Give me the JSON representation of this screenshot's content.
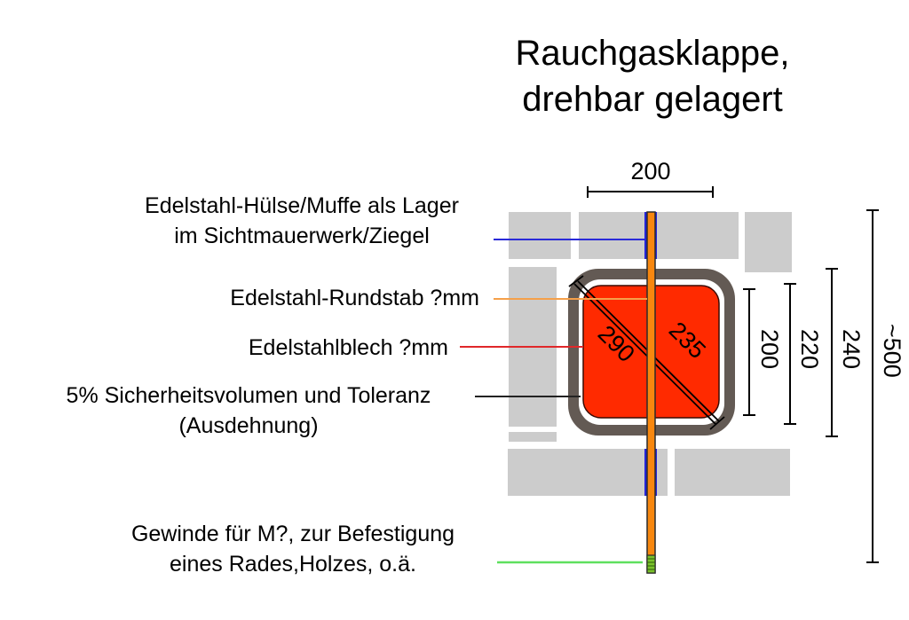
{
  "title": {
    "line1": "Rauchgasklappe,",
    "line2": "drehbar gelagert"
  },
  "labels": {
    "sleeve": {
      "line1": "Edelstahl-Hülse/Muffe als Lager",
      "line2": "im Sichtmauerwerk/Ziegel",
      "leader_color": "#2a2ad8"
    },
    "rod": {
      "text": "Edelstahl-Rundstab ?mm",
      "leader_color": "#f5a04a"
    },
    "plate": {
      "text": "Edelstahlblech ?mm",
      "leader_color": "#e0282a"
    },
    "tolerance": {
      "line1": "5% Sicherheitsvolumen und Toleranz",
      "line2": "(Ausdehnung)",
      "leader_color": "#222222"
    },
    "thread": {
      "line1": "Gewinde für M?, zur Befestigung",
      "line2": "eines Rades,Holzes, o.ä.",
      "leader_color": "#5ee05e"
    }
  },
  "dimensions": {
    "top_width": "200",
    "diag_left": "290",
    "diag_right": "235",
    "inner_height": "200",
    "mid_height": "220",
    "outer_height": "240",
    "total_height": "~500"
  },
  "colors": {
    "brick": "#cccccc",
    "flue_frame": "#635a54",
    "damper_plate": "#ff2a00",
    "rod": "#f7870f",
    "sleeve": "#2424d6",
    "thread": "#7ac22a"
  }
}
